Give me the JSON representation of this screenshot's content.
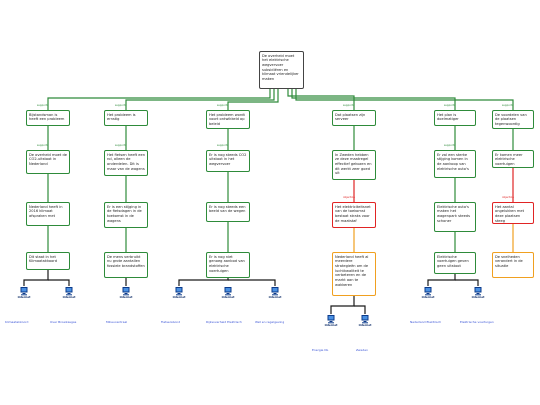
{
  "root": "De overheid moet het elektrische wegvervoer subsidiëren en klimaat vriendelijker maken",
  "arguments": [
    "Bijstandsman is heeft een probleem",
    "Het probleem is ernstig",
    "Het probleem wordt voort ontwikkeld op beleid",
    "Dat plaatsen zijn serveer",
    "Het plan is doelmatiger",
    "De voordelen van de plaatsen tegenwoordig"
  ],
  "nodes": {
    "c1r2": "De overheid moet de CO2-uitstoot in Nederland",
    "c1r3": "Nederland heeft in 2016 klimaat afspraken met",
    "c1r4": "Dit staat in het Klimaatakkoord",
    "c2r2": "Het fietsen heeft een rol, alleen de onderdelen. Dit is maar van de wagens",
    "c2r3": "Er is een stijging in de fietsdagen in de toekomst in de wagens",
    "c2r4": "De mens verbruikt nu grote aantallen fossiele brandstoffen",
    "c3r2": "Er is nog steeds CO2 uitstoot in het wegvervoer",
    "c3r3": "Er is nog steeds een beeld van de wegen",
    "c3r4": "Er is nog niet genoeg aanbod van elektrische voertuigen",
    "c4r2": "In Zweden hebben ze deze maatregel effectief gekozen en dit werkt zeer goed uit",
    "c4r3": "Het elektriciteitsnet van de toekomst bestaat straks voor de maatstaf",
    "c4r4": "Nederland heeft al meerdere strategieën om de luchtkwaliteit te verbeteren en de markt aan te wakkeren",
    "c5r2": "Er zal een sterke stijging komen in de aankoop van elektrische auto's",
    "c5r3": "Elektrische auto's maken het wagenpark steeds schoner",
    "c5r4": "Elektrische voertuigen geven geen uitstoot",
    "c6r2": "Er komen meer elektrische voertuigen",
    "c6r3": "Het aantal ongelukken met deze plaatsen steeg",
    "c6r4": "De snelheden verandert in de situatie"
  },
  "tags": [
    "supports",
    "supports",
    "supports",
    "supports",
    "supports",
    "supports",
    "supports",
    "supports",
    "supports",
    "objection",
    "objection",
    "supports",
    "supports",
    "supports",
    "supports",
    "supports",
    "supports",
    "supports"
  ],
  "sources": {
    "label": "Internet",
    "links": [
      "Klimaatakkoord",
      "Over Broeikasgas",
      "Milieucentraal",
      "Fietsersbond",
      "Rijksoverheid Elektrisch",
      "Wet en regelgeving",
      "Energie NL",
      "Zweden",
      "Nederland Elektrisch",
      "Elektrische voertuigen"
    ]
  },
  "colors": {
    "support_edge": "#2e8b3a",
    "objection_edge": "#e02424",
    "rebuttal_edge": "#f0a020",
    "source_edge": "#1a1a1a",
    "link_text": "#3b55d6"
  }
}
